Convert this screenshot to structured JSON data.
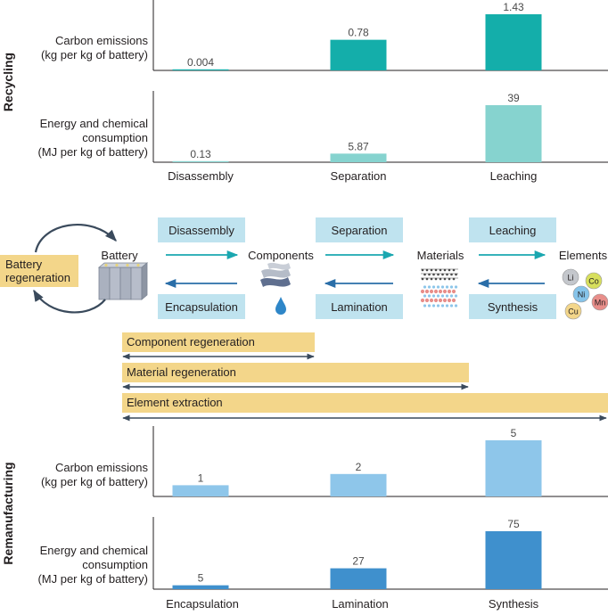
{
  "colors": {
    "recycling_carbon": "#14aeaa",
    "recycling_energy": "#86d3cf",
    "reman_carbon": "#8ec6ea",
    "reman_energy": "#3f90cd",
    "process_box": "#bfe3ef",
    "regen_box": "#f3d68a",
    "arrow_teal": "#1aa7b0",
    "arrow_blue": "#2a6ea8",
    "axis": "#231f20",
    "dark_arrow": "#3a4a5c"
  },
  "sections": {
    "recycling": "Recycling",
    "remanufacturing": "Remanufacturing"
  },
  "chart_data": [
    {
      "type": "bar",
      "panel": "recycling-carbon",
      "ylabel": [
        "Carbon emissions",
        "(kg per kg of battery)"
      ],
      "categories": [
        "Disassembly",
        "Separation",
        "Leaching"
      ],
      "values": [
        0.004,
        0.78,
        1.43
      ],
      "value_labels": [
        "0.004",
        "0.78",
        "1.43"
      ]
    },
    {
      "type": "bar",
      "panel": "recycling-energy",
      "ylabel": [
        "Energy and chemical",
        "consumption",
        "(MJ per kg of battery)"
      ],
      "categories": [
        "Disassembly",
        "Separation",
        "Leaching"
      ],
      "values": [
        0.13,
        5.87,
        39
      ],
      "value_labels": [
        "0.13",
        "5.87",
        "39"
      ]
    },
    {
      "type": "bar",
      "panel": "reman-carbon",
      "ylabel": [
        "Carbon emissions",
        "(kg per kg of battery)"
      ],
      "categories": [
        "Encapsulation",
        "Lamination",
        "Synthesis"
      ],
      "values": [
        1,
        2,
        5
      ],
      "value_labels": [
        "1",
        "2",
        "5"
      ]
    },
    {
      "type": "bar",
      "panel": "reman-energy",
      "ylabel": [
        "Energy and chemical",
        "consumption",
        "(MJ per kg of battery)"
      ],
      "categories": [
        "Encapsulation",
        "Lamination",
        "Synthesis"
      ],
      "values": [
        5,
        27,
        75
      ],
      "value_labels": [
        "5",
        "27",
        "75"
      ]
    }
  ],
  "diagram": {
    "stages": {
      "battery": "Battery",
      "components": "Components",
      "materials": "Materials",
      "elements": "Elements"
    },
    "recycling_steps": [
      "Disassembly",
      "Separation",
      "Leaching"
    ],
    "remanufacturing_steps": [
      "Encapsulation",
      "Lamination",
      "Synthesis"
    ],
    "battery_regeneration": [
      "Battery",
      "regeneration"
    ],
    "element_symbols": [
      "Li",
      "Co",
      "Ni",
      "Mn",
      "Cu"
    ],
    "element_colors": [
      "#c4c7cc",
      "#d7df5c",
      "#86c4ea",
      "#e88e8a",
      "#f3d68a"
    ],
    "regeneration_ranges": [
      "Component regeneration",
      "Material regeneration",
      "Element extraction"
    ]
  }
}
